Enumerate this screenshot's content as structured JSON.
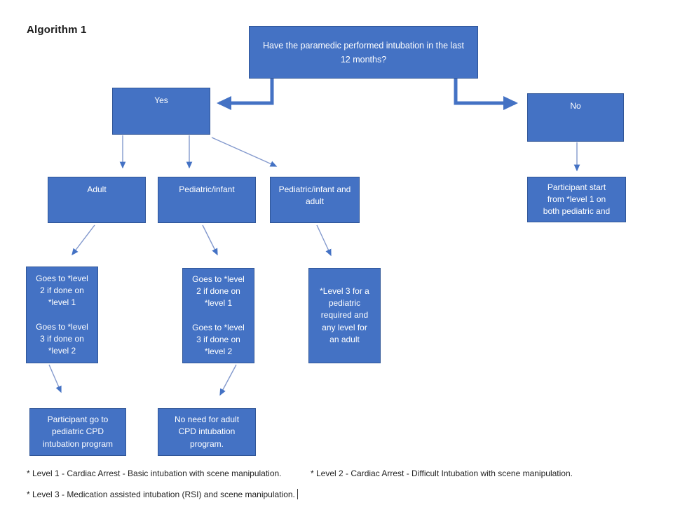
{
  "page": {
    "title": "Algorithm 1"
  },
  "colors": {
    "node_fill": "#4472c4",
    "node_border": "#2f5597",
    "node_text": "#ffffff",
    "thick_arrow": "#4472c4",
    "thin_arrow_line": "#8399cd",
    "thin_arrow_head": "#4472c4"
  },
  "nodes": {
    "question": "Have the paramedic performed intubation in the last\n12 months?",
    "yes": "Yes",
    "no": "No",
    "adult": "Adult",
    "pediatric_infant": "Pediatric/infant",
    "pediatric_infant_adult": "Pediatric/infant and\nadult",
    "participant_start": "Participant start\nfrom *level 1 on\nboth pediatric and",
    "adult_goes": "Goes to *level\n2 if done on\n*level 1\n\nGoes to *level\n3 if done on\n*level 2",
    "pediatric_goes": "Goes to *level\n2 if done on\n*level 1\n\nGoes to *level\n3 if done on\n*level 2",
    "level3_required": "*Level 3 for a\npediatric\nrequired and\nany level for\nan adult",
    "pediatric_program": "Participant go to\npediatric CPD\nintubation program",
    "no_adult_program": "No need for adult\nCPD intubation\nprogram."
  },
  "footnotes": {
    "level1": "* Level 1 - Cardiac Arrest - Basic intubation with scene manipulation.",
    "level2": "* Level 2 - Cardiac Arrest - Difficult Intubation with scene manipulation.",
    "level3": "* Level 3 - Medication assisted intubation (RSI) and scene manipulation."
  }
}
